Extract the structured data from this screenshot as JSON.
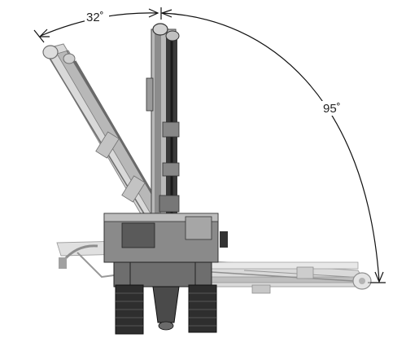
{
  "annotations": {
    "left_angle_label": "32˚",
    "right_angle_label": "95˚"
  },
  "illustration": {
    "subject": "drilling-rig-boom-positions",
    "positions": [
      "tilted-left",
      "vertical",
      "horizontal-right"
    ]
  },
  "colors": {
    "background": "#ffffff",
    "machine_dark": "#3a3a3a",
    "machine_mid": "#7a7a7a",
    "machine_light": "#c4c4c4",
    "dimension_line": "#111111"
  }
}
